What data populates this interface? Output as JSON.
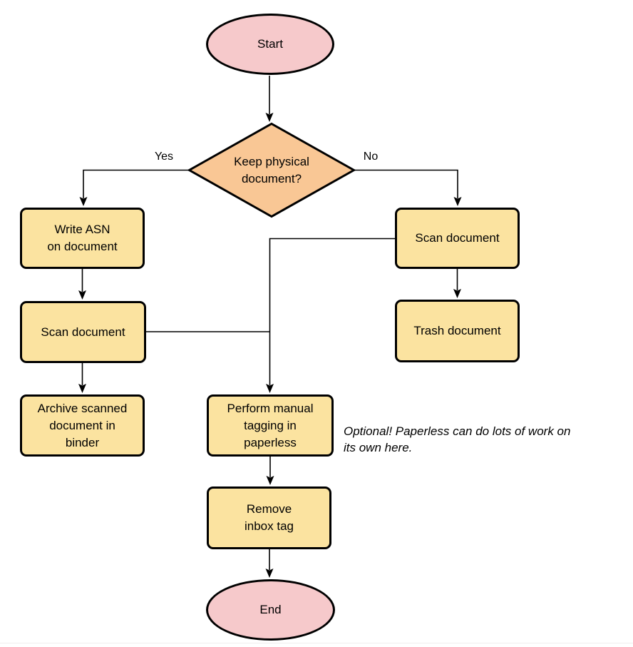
{
  "colors": {
    "terminal_fill": "#f6c9cb",
    "decision_fill": "#f9c795",
    "process_fill": "#fbe3a0",
    "stroke": "#000000"
  },
  "nodes": {
    "start": "Start",
    "decision": "Keep physical\ndocument?",
    "write_asn": "Write ASN\non document",
    "scan_left": "Scan document",
    "archive": "Archive scanned\ndocument in\nbinder",
    "scan_right": "Scan document",
    "trash": "Trash document",
    "tagging": "Perform manual\ntagging in\npaperless",
    "remove_inbox": "Remove\ninbox tag",
    "end": "End"
  },
  "edge_labels": {
    "yes": "Yes",
    "no": "No"
  },
  "annotation": "Optional! Paperless can do lots of work on\nits own here."
}
